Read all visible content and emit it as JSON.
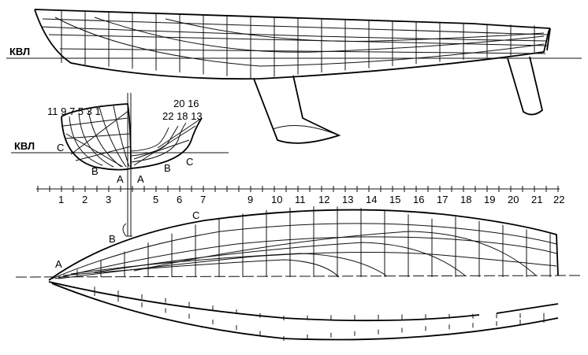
{
  "labels": {
    "waterline_top": "КВЛ",
    "waterline_body": "КВЛ",
    "body_left_nums": "11 9 7 5  3  1",
    "body_right_nums_top": "20 16",
    "body_right_nums_mid": "22  18  13",
    "point_c_left": "C",
    "point_b_left": "B",
    "point_a_left": "A",
    "point_a_right": "A",
    "point_b_right": "B",
    "point_c_right": "C",
    "plan_a": "A",
    "plan_b": "B",
    "plan_c": "C"
  },
  "stations": [
    "1",
    "2",
    "3",
    "5",
    "6",
    "7",
    "9",
    "10",
    "11",
    "12",
    "13",
    "14",
    "15",
    "16",
    "17",
    "18",
    "19",
    "20",
    "21",
    "22"
  ]
}
